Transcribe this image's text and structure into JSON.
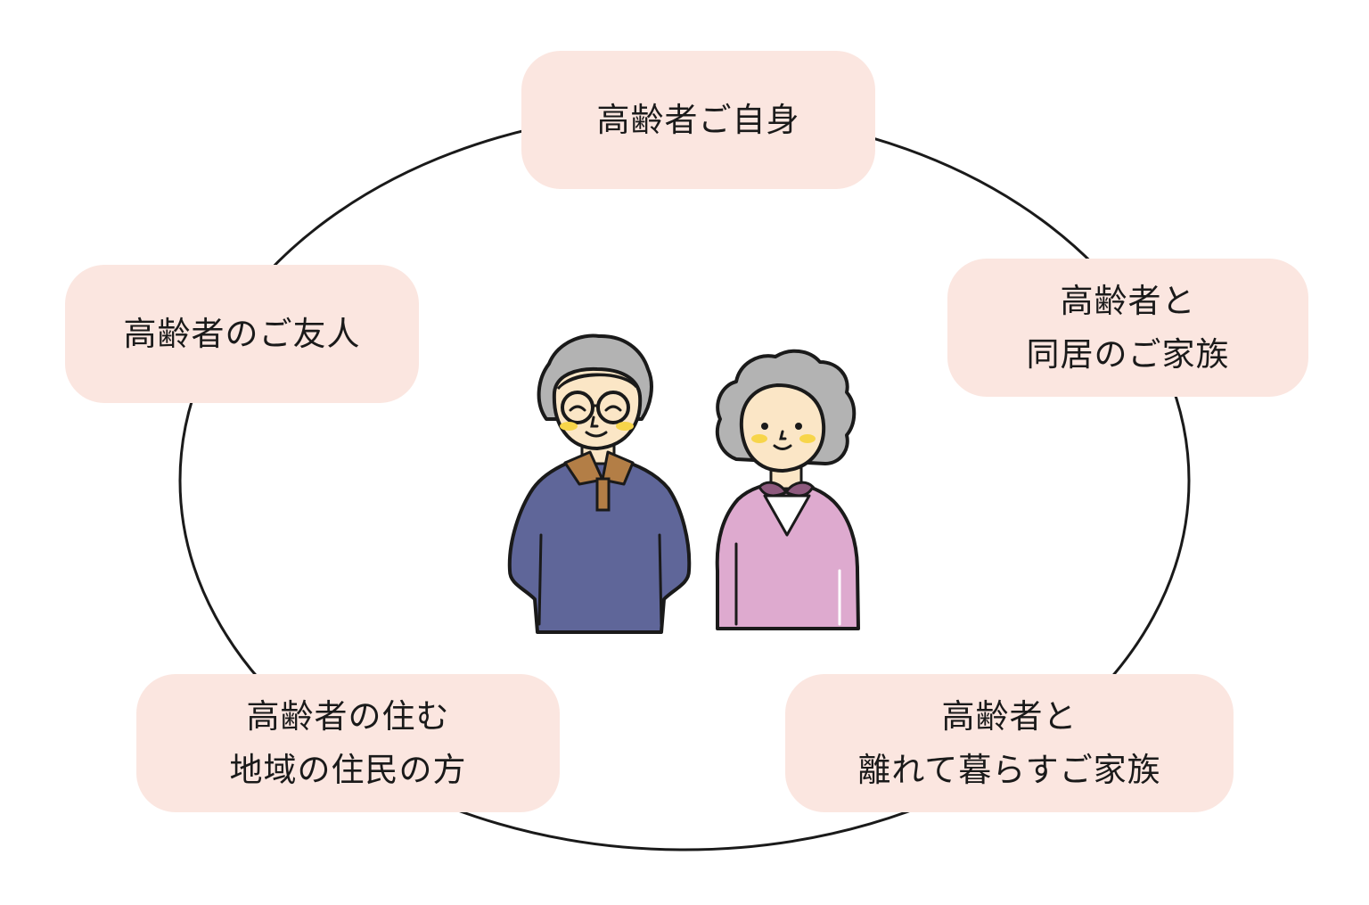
{
  "diagram": {
    "nodes": [
      {
        "id": "self",
        "label": "高齢者ご自身"
      },
      {
        "id": "friends",
        "label": "高齢者のご友人"
      },
      {
        "id": "cohabiting_family",
        "label": "高齢者と\n同居のご家族"
      },
      {
        "id": "local_residents",
        "label": "高齢者の住む\n地域の住民の方"
      },
      {
        "id": "remote_family",
        "label": "高齢者と\n離れて暮らすご家族"
      }
    ],
    "center_illustration": "elderly-couple",
    "colors": {
      "node_fill": "#fbe6e0",
      "ring_stroke": "#1a1a1a",
      "man_sweater": "#5f6699",
      "woman_cardigan": "#deaacf",
      "hair": "#b3b3b3",
      "skin": "#fbe6c6",
      "cheek": "#f7d54a",
      "collar_brown": "#b37e46"
    }
  }
}
